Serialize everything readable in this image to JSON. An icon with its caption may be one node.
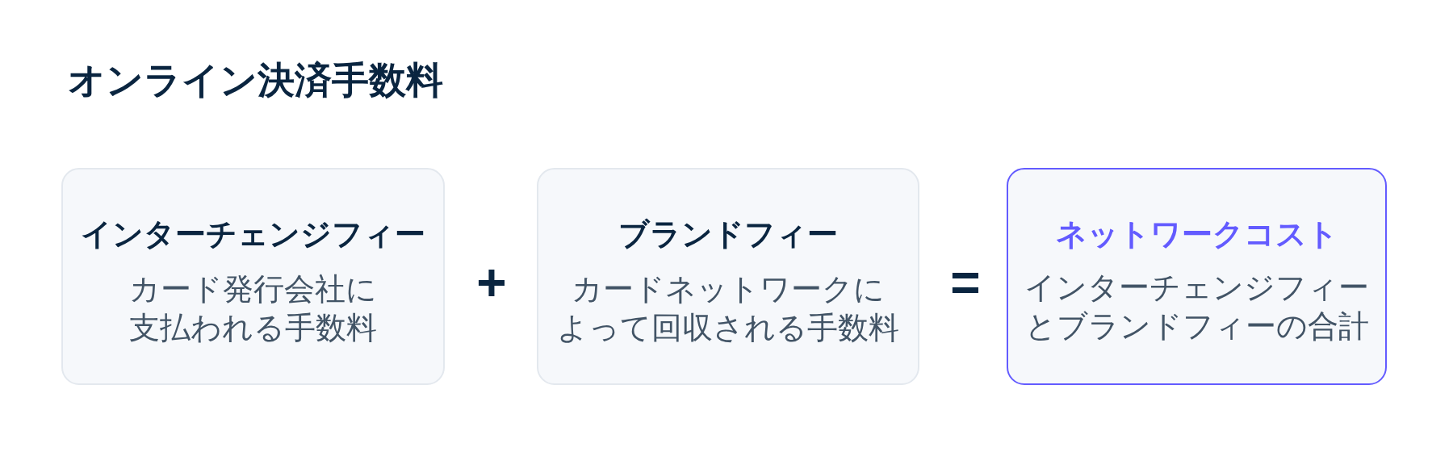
{
  "diagram": {
    "title": "オンライン決済手数料",
    "nodes": [
      {
        "text": [
          "インターチェンジフィー",
          "カード発行会社に支払われる手数料"
        ]
      },
      {
        "text": [
          "ブランドフィー",
          "カードネットワークによって回収される手数料"
        ]
      },
      {
        "text": [
          "ネットワークコスト",
          "インターチェンジフィーとブランドフィーの合計"
        ]
      }
    ],
    "labels": [
      "+",
      "="
    ]
  }
}
